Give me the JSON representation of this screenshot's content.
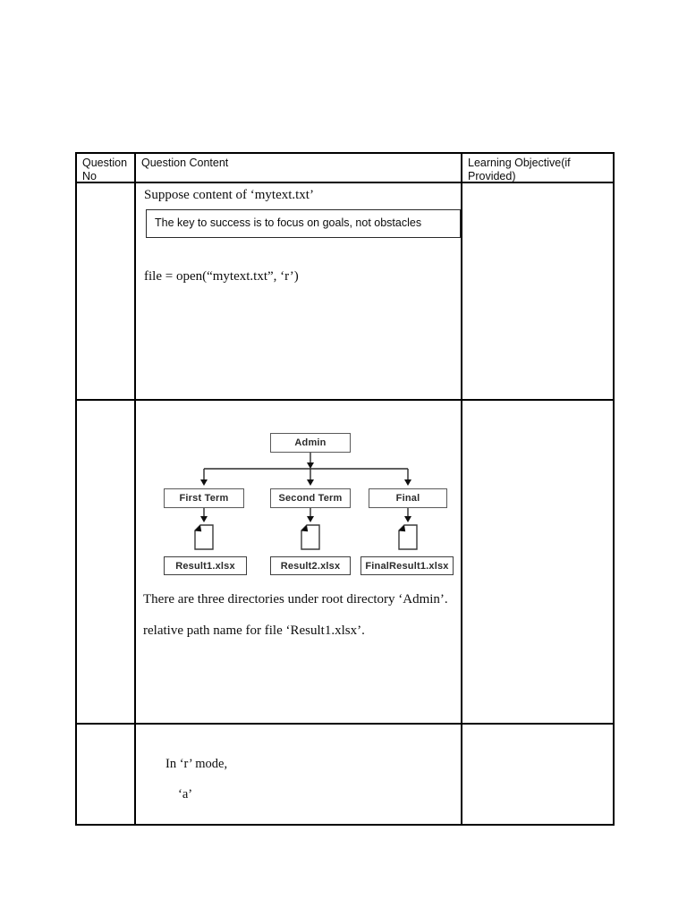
{
  "table": {
    "header": {
      "question_no": "Question No",
      "question_content": "Question Content",
      "learning_objective": "Learning Objective(if Provided)"
    },
    "rows": [
      {
        "question_no": "",
        "content": {
          "intro": "Suppose content of ‘mytext.txt’",
          "quote_box": "The key to success is to focus on goals, not obstacles",
          "code": "file = open(“mytext.txt”, ‘r’)"
        },
        "learning_objective": ""
      },
      {
        "question_no": "",
        "content": {
          "diagram": {
            "root": "Admin",
            "children": [
              "First Term",
              "Second Term",
              "Final"
            ],
            "files": [
              "Result1.xlsx",
              "Result2.xlsx",
              "FinalResult1.xlsx"
            ],
            "file_icon": "document-with-folded-corner"
          },
          "line1": "There are three directories under root directory ‘Admin’.",
          "line2": "relative path name for file ‘Result1.xlsx’."
        },
        "learning_objective": ""
      },
      {
        "question_no": "",
        "content": {
          "line1": "In ‘r’ mode,",
          "line2": "‘a’"
        },
        "learning_objective": ""
      }
    ]
  },
  "colors": {
    "table_border": "#000000",
    "diagram_box_border": "#5a5a5a",
    "text": "#0e0e0e",
    "background": "#ffffff"
  }
}
